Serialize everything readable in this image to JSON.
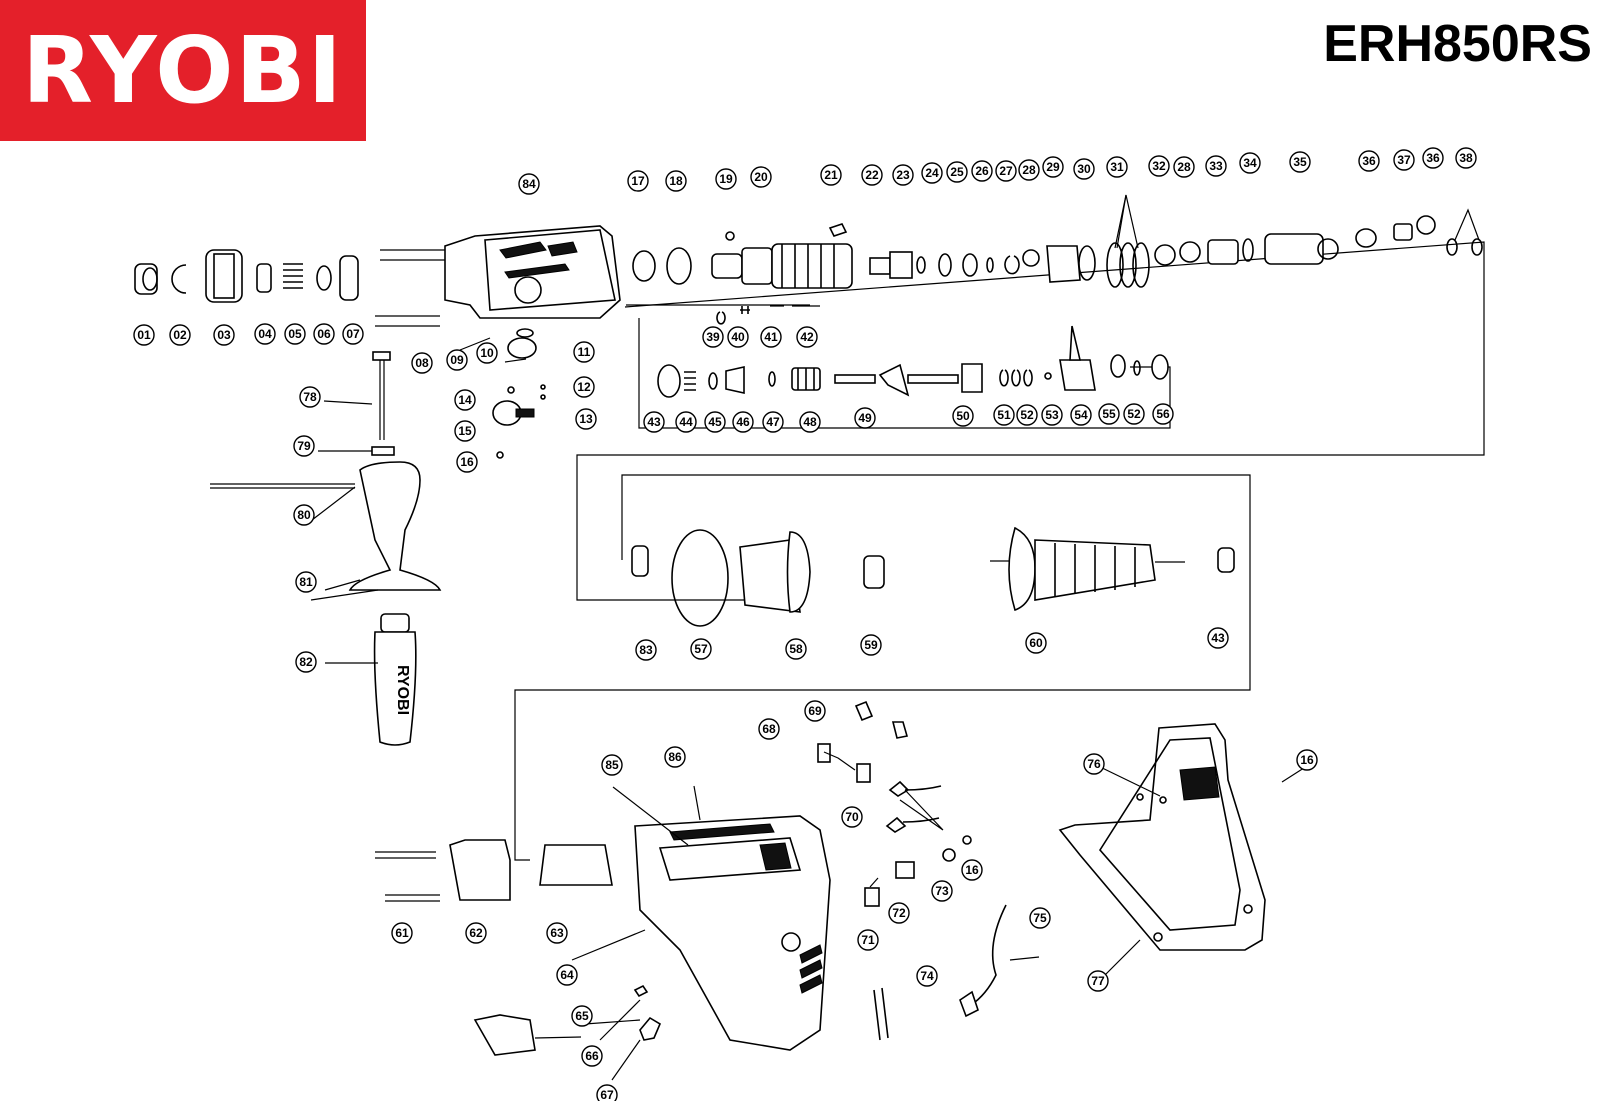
{
  "brand": {
    "name": "RYOBI",
    "color": "#e4202a"
  },
  "model": "ERH850RS",
  "handle_text": "RYOBI",
  "callouts": [
    "01",
    "02",
    "03",
    "04",
    "05",
    "06",
    "07",
    "08",
    "09",
    "10",
    "11",
    "12",
    "13",
    "14",
    "15",
    "16",
    "17",
    "18",
    "19",
    "20",
    "21",
    "22",
    "23",
    "24",
    "25",
    "26",
    "27",
    "28",
    "29",
    "30",
    "31",
    "32",
    "33",
    "34",
    "35",
    "36",
    "37",
    "38",
    "39",
    "40",
    "41",
    "42",
    "43",
    "44",
    "45",
    "46",
    "47",
    "48",
    "49",
    "50",
    "51",
    "52",
    "53",
    "54",
    "55",
    "56",
    "57",
    "58",
    "59",
    "60",
    "61",
    "62",
    "63",
    "64",
    "65",
    "66",
    "67",
    "68",
    "69",
    "70",
    "71",
    "72",
    "73",
    "74",
    "75",
    "76",
    "77",
    "78",
    "79",
    "80",
    "81",
    "82",
    "83",
    "84",
    "85",
    "86"
  ]
}
